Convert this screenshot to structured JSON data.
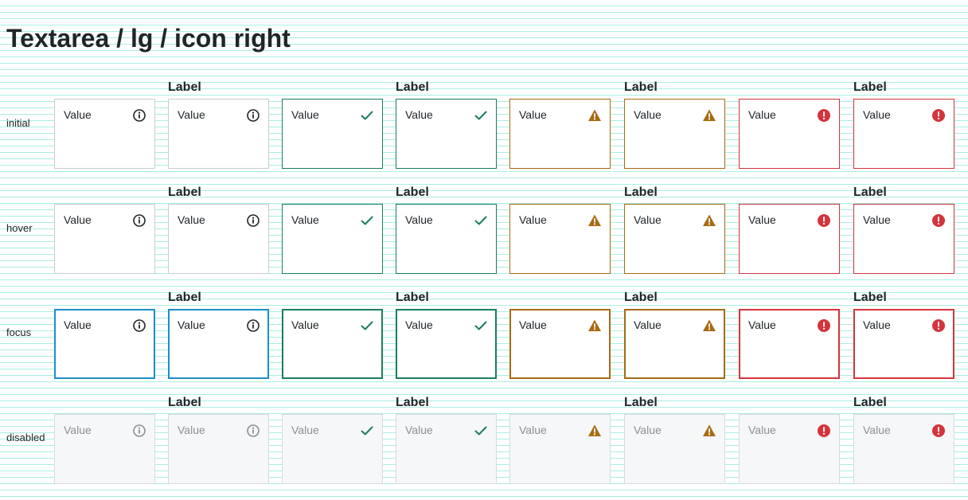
{
  "page_title": "Textarea / lg / icon right",
  "field_label": "Label",
  "field_value": "Value",
  "states": [
    "initial",
    "hover",
    "focus",
    "disabled"
  ],
  "variants": [
    "neutral",
    "success",
    "warning",
    "error"
  ],
  "icons": {
    "neutral": "info-circle-icon",
    "success": "checkmark-icon",
    "warning": "warning-triangle-icon",
    "error": "error-circle-icon"
  },
  "colors": {
    "neutral_border": "#c8cdd2",
    "focus_border": "#1b8fc8",
    "success": "#1a7d5e",
    "warning": "#a86a12",
    "error": "#d4343c",
    "disabled_background": "#f6f7f8",
    "disabled_text": "#8a9096"
  }
}
